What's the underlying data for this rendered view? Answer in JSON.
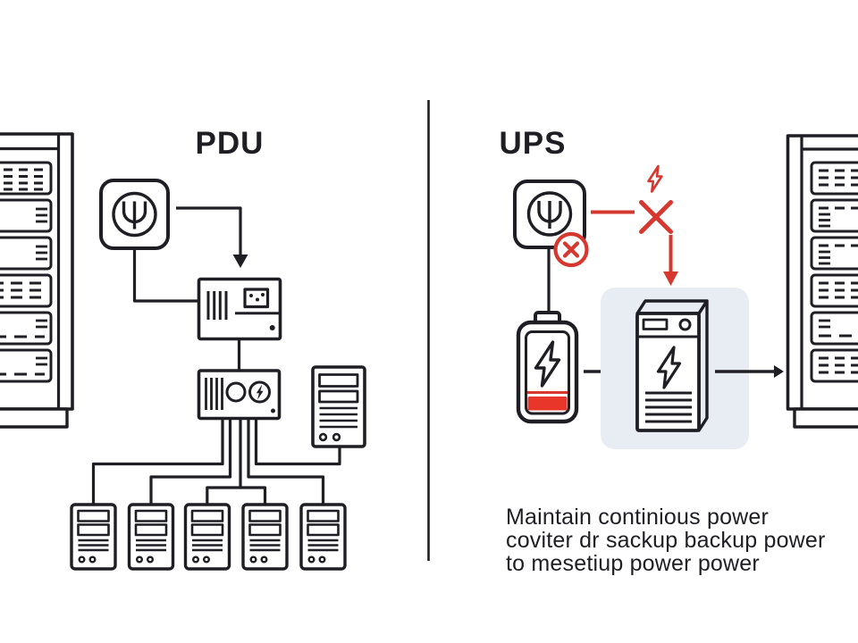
{
  "titles": {
    "pdu": "PDU",
    "ups": "UPS"
  },
  "caption": {
    "line1": "Maintain continious power",
    "line2": "coviter dr sackup backup power",
    "line3": "to mesetiup power power"
  },
  "colors": {
    "ink": "#1e1e24",
    "red": "#d6372f",
    "battery_red": "#e8362b",
    "highlight_bg": "#e8edf4",
    "tower_side": "#d9dce1",
    "background": "#ffffff"
  },
  "icons": {
    "power-outlet-icon": "rounded square with grounded-plug trident symbol in circle",
    "error-circle-icon": "red circled X over outlet corner",
    "power-cut-x-icon": "large red X cross",
    "surge-bolt-icon": "small red lightning bolt",
    "failure-arrow-icon": "red downward arrow",
    "pdu-controller-icon": "box with vents, outlet socket and status dot",
    "pdu-outlet-strip-icon": "box with vents, gauge circle and lightning circle",
    "tower-server-icon": "tower server with two bays, vents and LEDs",
    "server-icon": "small server with two bays, vents and LEDs",
    "server-rack-icon": "tall rack cabinet with six rack units",
    "low-battery-icon": "battery with lightning bolt and low red charge level",
    "ups-unit-icon": "3D UPS tower with lightning bolt on light panel",
    "flow-arrow-icon": "black right-pointing flow arrow"
  }
}
